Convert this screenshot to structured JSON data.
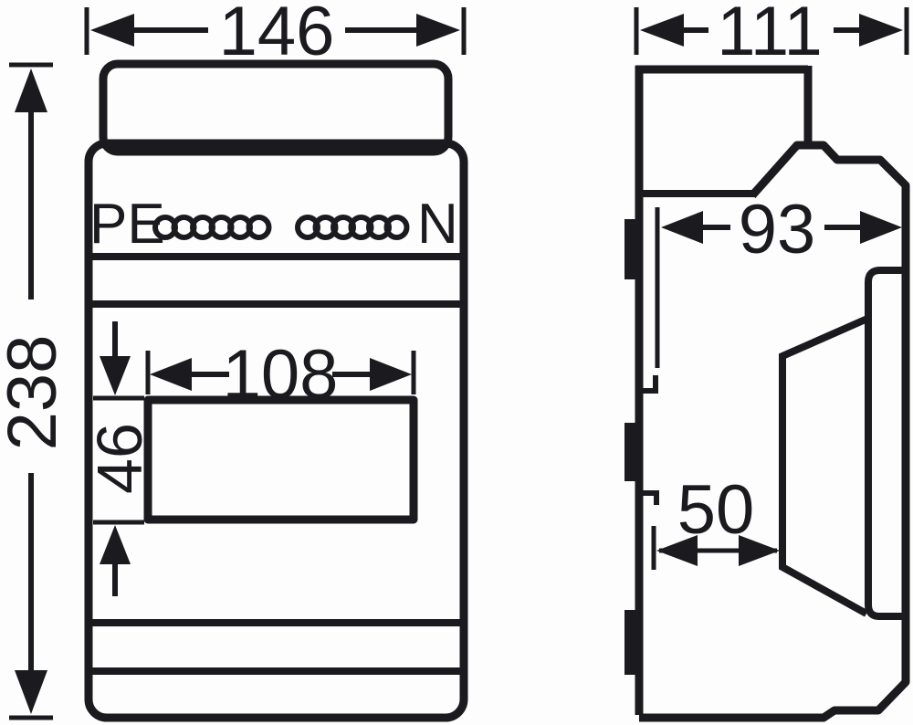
{
  "drawing": {
    "kind": "enclosure-dimension-drawing",
    "colors": {
      "ink": "#1a1a1f",
      "background": "#fdfdfd"
    },
    "front_view": {
      "overall_width_label": "146",
      "overall_height_label": "238",
      "cutout_width_label": "108",
      "cutout_height_label": "46",
      "pe_label": "PE",
      "n_label": "N",
      "terminal_circle_groups": [
        6,
        6
      ]
    },
    "side_view": {
      "overall_depth_label": "111",
      "upper_depth_label": "93",
      "lower_depth_label": "50"
    }
  }
}
